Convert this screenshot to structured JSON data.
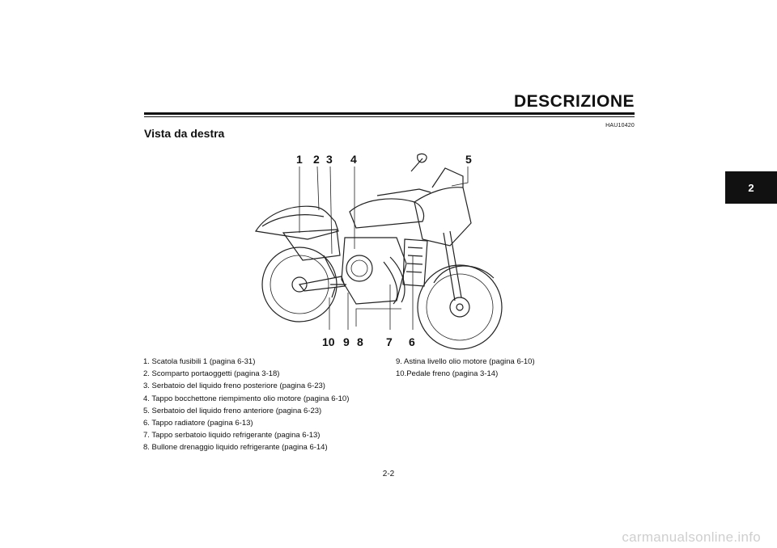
{
  "header": {
    "title": "DESCRIZIONE",
    "section_heading": "Vista da destra",
    "ref_code": "HAU10420",
    "chapter_tab": "2"
  },
  "diagram": {
    "callouts": [
      "1",
      "2",
      "3",
      "4",
      "5",
      "6",
      "7",
      "8",
      "9",
      "10"
    ]
  },
  "legend": {
    "left": [
      "1.  Scatola fusibili 1 (pagina 6-31)",
      "2.  Scomparto portaoggetti (pagina 3-18)",
      "3.  Serbatoio del liquido freno posteriore (pagina 6-23)",
      "4.  Tappo bocchettone riempimento olio motore (pagina 6-10)",
      "5.  Serbatoio del liquido freno anteriore (pagina 6-23)",
      "6.  Tappo radiatore (pagina 6-13)",
      "7.  Tappo serbatoio liquido refrigerante (pagina 6-13)",
      "8.  Bullone drenaggio liquido refrigerante (pagina 6-14)"
    ],
    "right": [
      "9.  Astina livello olio motore (pagina 6-10)",
      "10.Pedale freno (pagina 3-14)"
    ]
  },
  "footer": {
    "page_number": "2-2",
    "watermark": "carmanualsonline.info"
  }
}
